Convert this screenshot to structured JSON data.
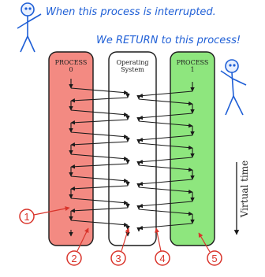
{
  "captions": {
    "interrupted": "When this process is interrupted.",
    "return": "We RETURN to this process!"
  },
  "columns": {
    "process0": {
      "line1": "PROCESS",
      "line2": "0",
      "fill": "#f38a82"
    },
    "os": {
      "line1": "Operating",
      "line2": "System",
      "fill": "#ffffff"
    },
    "process1": {
      "line1": "PROCESS",
      "line2": "1",
      "fill": "#8ee67e"
    }
  },
  "axis": {
    "label": "Virtual time"
  },
  "markers": [
    "1",
    "2",
    "3",
    "4",
    "5"
  ],
  "colors": {
    "caption": "#1f5fd6",
    "marker": "#d9342b",
    "stroke": "#1a1a1a"
  }
}
